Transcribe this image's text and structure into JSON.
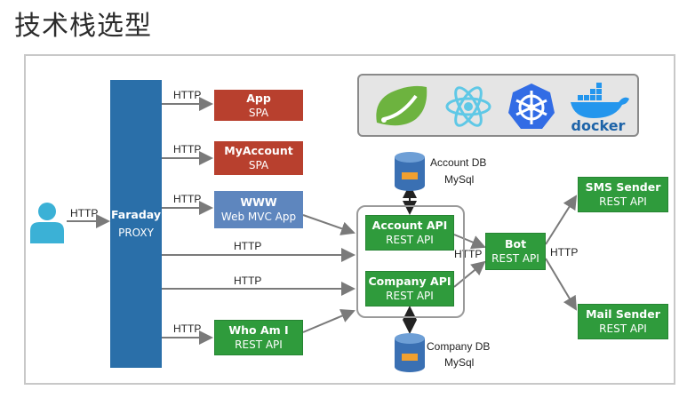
{
  "title": "技术栈选型",
  "proxy": {
    "name": "Faraday",
    "sub": "PROXY"
  },
  "user": {
    "edge_label": "HTTP"
  },
  "frontends": [
    {
      "name": "App",
      "sub": "SPA",
      "edge": "HTTP"
    },
    {
      "name": "MyAccount",
      "sub": "SPA",
      "edge": "HTTP"
    },
    {
      "name": "WWW",
      "sub": "Web MVC App",
      "edge": "HTTP"
    }
  ],
  "direct_edges": [
    "HTTP",
    "HTTP"
  ],
  "whoami": {
    "name": "Who Am I",
    "sub": "REST API",
    "edge": "HTTP"
  },
  "account_api": {
    "name": "Account API",
    "sub": "REST API"
  },
  "company_api": {
    "name": "Company API",
    "sub": "REST API"
  },
  "bot": {
    "name": "Bot",
    "sub": "REST API",
    "in_edge": "HTTP",
    "out_edge": "HTTP"
  },
  "sms": {
    "name": "SMS Sender",
    "sub": "REST API"
  },
  "mail": {
    "name": "Mail Sender",
    "sub": "REST API"
  },
  "account_db": {
    "name": "Account DB",
    "engine": "MySql"
  },
  "company_db": {
    "name": "Company DB",
    "engine": "MySql"
  },
  "tech_logos": [
    "spring-icon",
    "react-icon",
    "kubernetes-icon",
    "docker-icon"
  ],
  "docker_text": "docker",
  "colors": {
    "proxy": "#2a6fa9",
    "frontend": "#b8402e",
    "www": "#5e86be",
    "api": "#2f9b3c"
  }
}
